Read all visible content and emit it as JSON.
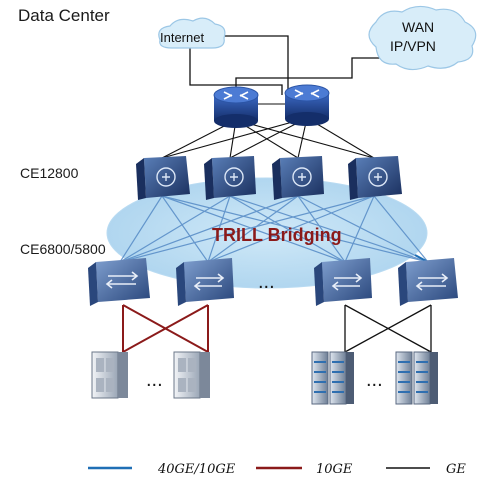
{
  "title": "Data Center",
  "clouds": {
    "internet": "Internet",
    "wan_line1": "WAN",
    "wan_line2": "IP/VPN"
  },
  "layers": {
    "core": "CE12800",
    "access": "CE6800/5800"
  },
  "overlay": "TRILL Bridging",
  "ellipsis": "...",
  "legend": [
    {
      "label": "40GE/10GE",
      "color": "#1f6fb5"
    },
    {
      "label": "10GE",
      "color": "#8b1a1a"
    },
    {
      "label": "GE",
      "color": "#111111"
    }
  ],
  "colors": {
    "router": "#1c3f8a",
    "switch": "#1e3d78",
    "trill_fill": "#a9d3ee",
    "cloud": "#d8edf9"
  }
}
